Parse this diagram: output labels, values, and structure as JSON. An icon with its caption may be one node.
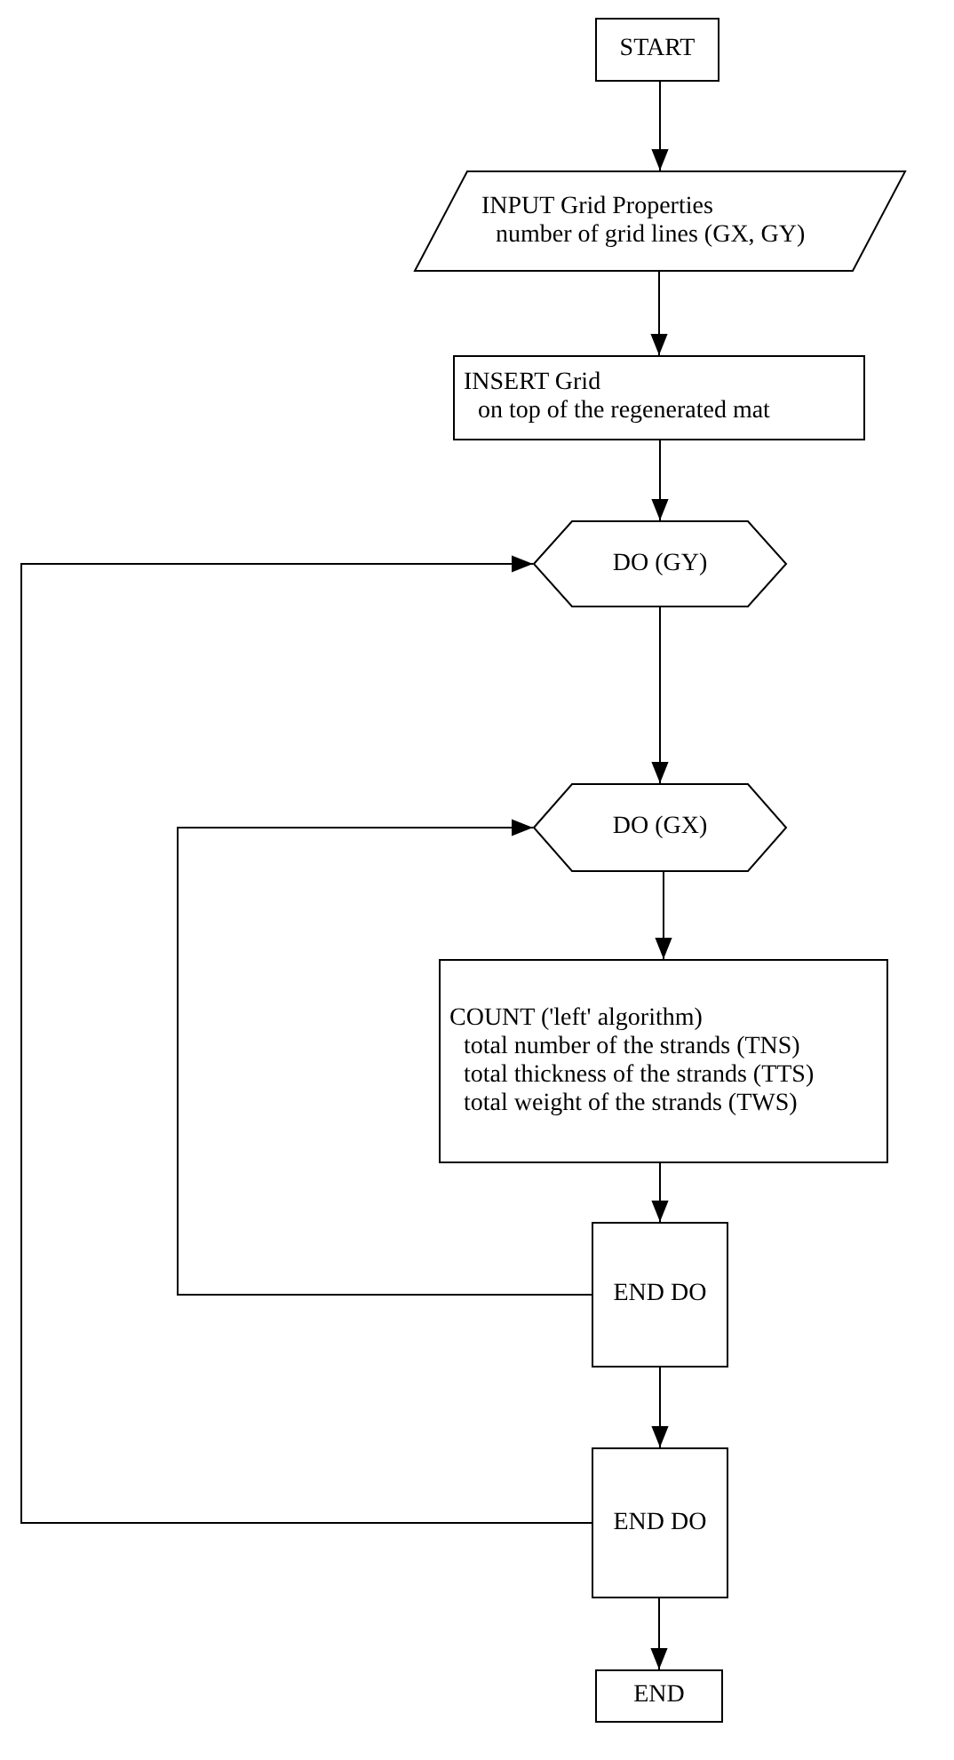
{
  "diagram": {
    "nodes": [
      {
        "text": [
          "START"
        ]
      },
      {
        "text": [
          "INPUT Grid Properties",
          "number of grid lines (GX, GY)"
        ]
      },
      {
        "text": [
          "INSERT Grid",
          "on top of the regenerated mat"
        ]
      },
      {
        "text": [
          "DO (GY)"
        ]
      },
      {
        "text": [
          "DO (GX)"
        ]
      },
      {
        "text": [
          "COUNT ('left' algorithm)",
          "total number of the strands (TNS)",
          "total thickness of the strands (TTS)",
          "total weight of the strands (TWS)"
        ]
      },
      {
        "text": [
          "END DO"
        ]
      },
      {
        "text": [
          "END DO"
        ]
      },
      {
        "text": [
          "END"
        ]
      }
    ],
    "edges": [
      {
        "from": 0,
        "to": 1,
        "arrow": "to"
      },
      {
        "from": 1,
        "to": 2,
        "arrow": "to"
      },
      {
        "from": 2,
        "to": 3,
        "arrow": "to"
      },
      {
        "from": 3,
        "to": 4,
        "arrow": "to"
      },
      {
        "from": 4,
        "to": 5,
        "arrow": "to"
      },
      {
        "from": 5,
        "to": 6,
        "arrow": "to"
      },
      {
        "from": 6,
        "to": 4,
        "arrow": "to"
      },
      {
        "from": 6,
        "to": 7,
        "arrow": "to"
      },
      {
        "from": 7,
        "to": 3,
        "arrow": "to"
      },
      {
        "from": 7,
        "to": 8,
        "arrow": "to"
      }
    ]
  }
}
